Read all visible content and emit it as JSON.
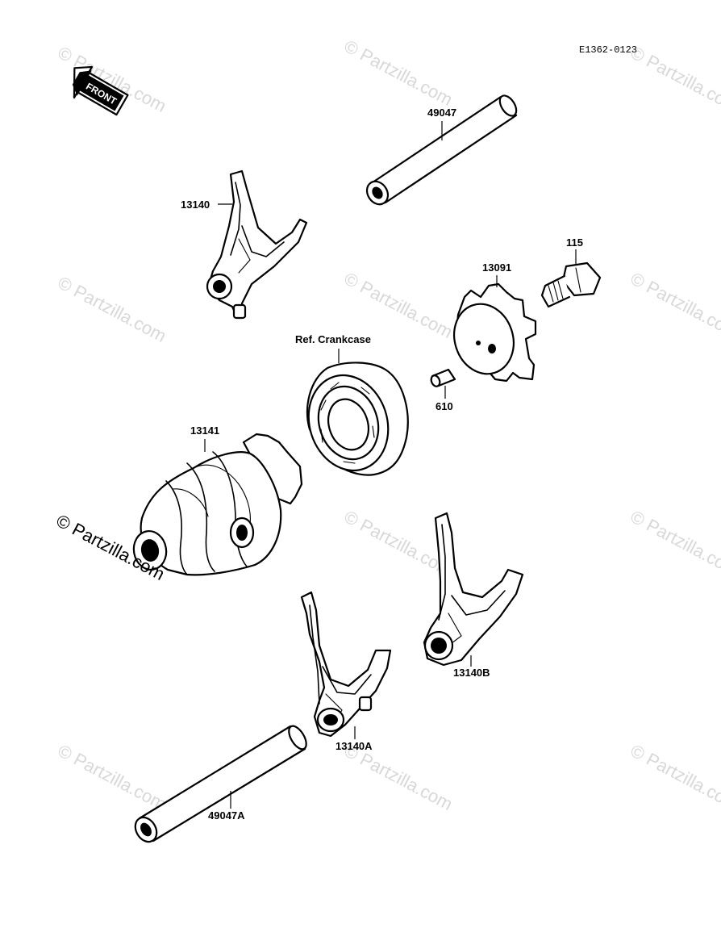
{
  "diagram": {
    "code": "E1362-0123",
    "front_label": "FRONT",
    "watermark": "© Partzilla.com",
    "watermark_main": "© Partzilla.com",
    "parts": {
      "shaft_top": "49047",
      "fork_top": "13140",
      "bolt": "115",
      "shift_drum_plate": "13091",
      "bearing": "Ref. Crankcase",
      "pin": "610",
      "shift_drum": "13141",
      "fork_b": "13140B",
      "fork_a": "13140A",
      "shaft_bottom": "49047A"
    }
  }
}
